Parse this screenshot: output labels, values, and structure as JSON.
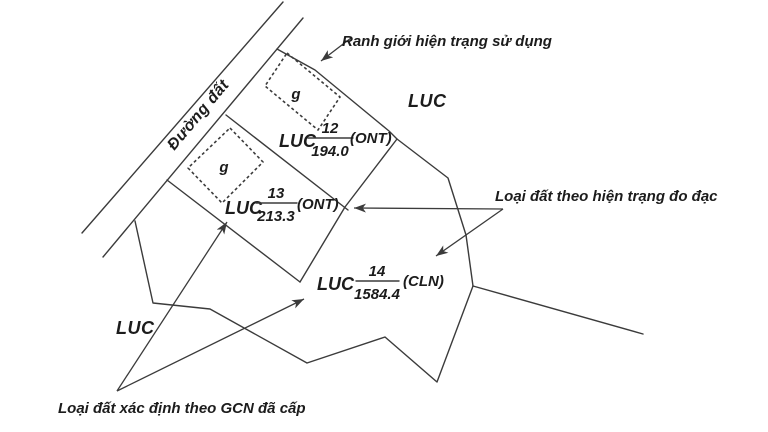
{
  "figure": {
    "type": "cadastral-sketch",
    "background_color": "#ffffff",
    "line_color": "#3b3b3b",
    "text_color": "#1c1c1c",
    "road": {
      "label": "Đường đất"
    },
    "callouts": {
      "boundary": "Ranh giới hiện trạng sử dụng",
      "measured_land_type": "Loại đất theo hiện trạng đo đạc",
      "gcn_land_type": "Loại đất xác định theo GCN đã cấp"
    },
    "area_labels": {
      "top_right": "LUC",
      "lower_left": "LUC"
    },
    "building_label": "g",
    "parcels": [
      {
        "land_type": "LUC",
        "number": "12",
        "area": "194.0",
        "cert_type": "(ONT)"
      },
      {
        "land_type": "LUC",
        "number": "13",
        "area": "213.3",
        "cert_type": "(ONT)"
      },
      {
        "land_type": "LUC",
        "number": "14",
        "area": "1584.4",
        "cert_type": "(CLN)"
      }
    ]
  }
}
